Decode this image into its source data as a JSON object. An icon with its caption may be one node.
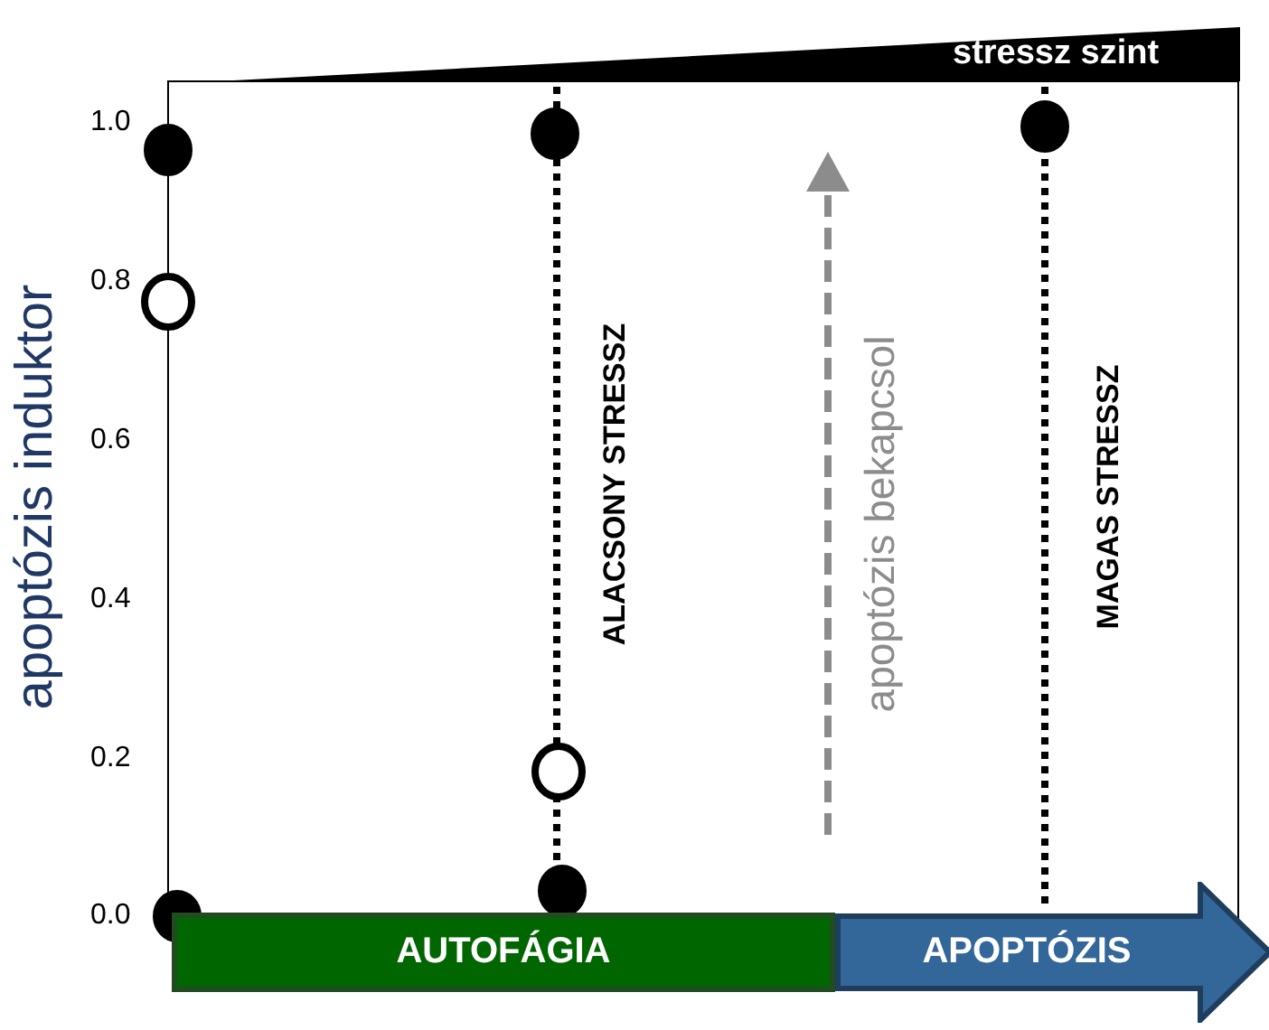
{
  "diagram": {
    "nodes": [
      {
        "text": [
          "AUTOFÁGIA"
        ]
      },
      {
        "text": [
          "APOPTÓZIS"
        ]
      }
    ],
    "labels": [
      "stressz szint",
      "1.0",
      "0.8",
      "0.6",
      "0.4",
      "0.2",
      "0.0",
      "apoptózis induktor",
      "ALACSONY STRESSZ",
      "apoptózis bekapcsol",
      "MAGAS STRESSZ"
    ]
  }
}
